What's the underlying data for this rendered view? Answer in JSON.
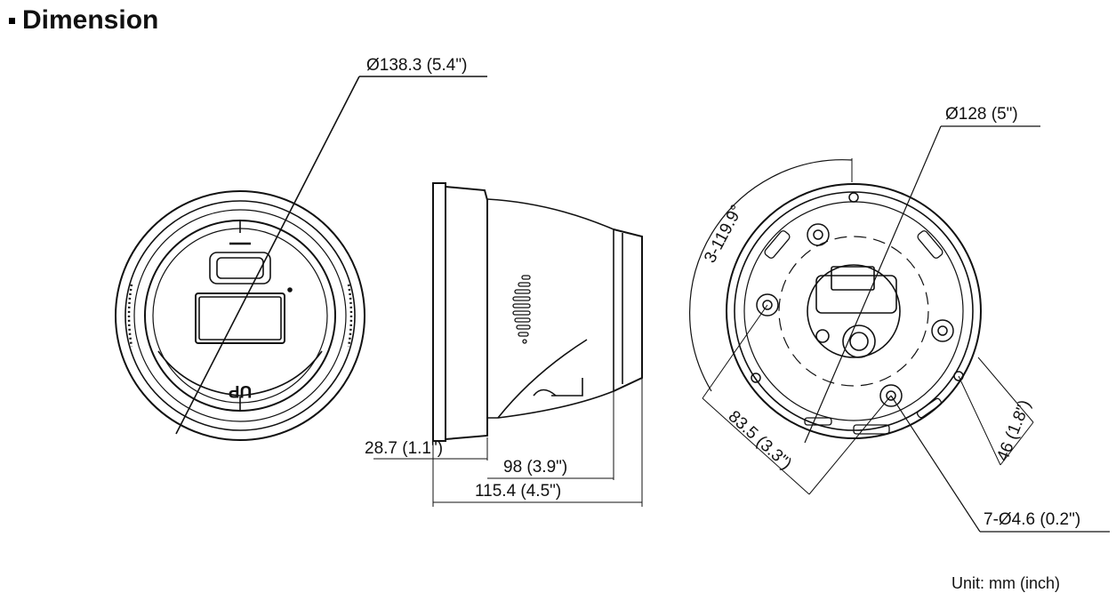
{
  "heading": "Dimension",
  "unit_note": "Unit: mm (inch)",
  "front_view": {
    "diameter": "Ø138.3 (5.4\")",
    "logo": "UP"
  },
  "side_view": {
    "base_height": "28.7 (1.1\")",
    "depth_inner": "98 (3.9\")",
    "depth_total": "115.4 (4.5\")"
  },
  "bottom_view": {
    "inner_diameter": "Ø128 (5\")",
    "angle": "3-119.9°",
    "hole_spacing": "83.5 (3.3\")",
    "small_spacing": "46 (1.8\")",
    "holes": "7-Ø4.6 (0.2\")"
  }
}
